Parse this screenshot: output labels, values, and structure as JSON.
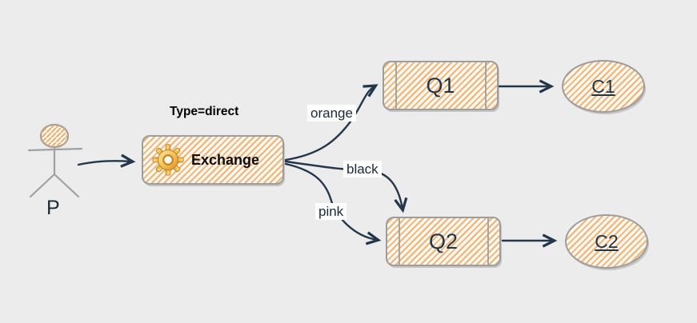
{
  "background": "#ececec",
  "colors": {
    "edge": "#22384a",
    "shape_border": "#9d9d9d",
    "hatch_orange": "#f3a65a",
    "gear_gold": "#f5bf4f",
    "label_background": "#ffffff",
    "text_dark": "#20344a"
  },
  "producer": {
    "label": "P"
  },
  "exchange": {
    "label": "Exchange",
    "type_label": "Type=direct",
    "icon": "gear-icon"
  },
  "queues": [
    {
      "label": "Q1"
    },
    {
      "label": "Q2"
    }
  ],
  "consumers": [
    {
      "label": "C1"
    },
    {
      "label": "C2"
    }
  ],
  "bindings": [
    {
      "label": "orange",
      "from": "Exchange",
      "to": "Q1"
    },
    {
      "label": "black",
      "from": "Exchange",
      "to": "Q2"
    },
    {
      "label": "pink",
      "from": "Exchange",
      "to": "Q2"
    }
  ]
}
